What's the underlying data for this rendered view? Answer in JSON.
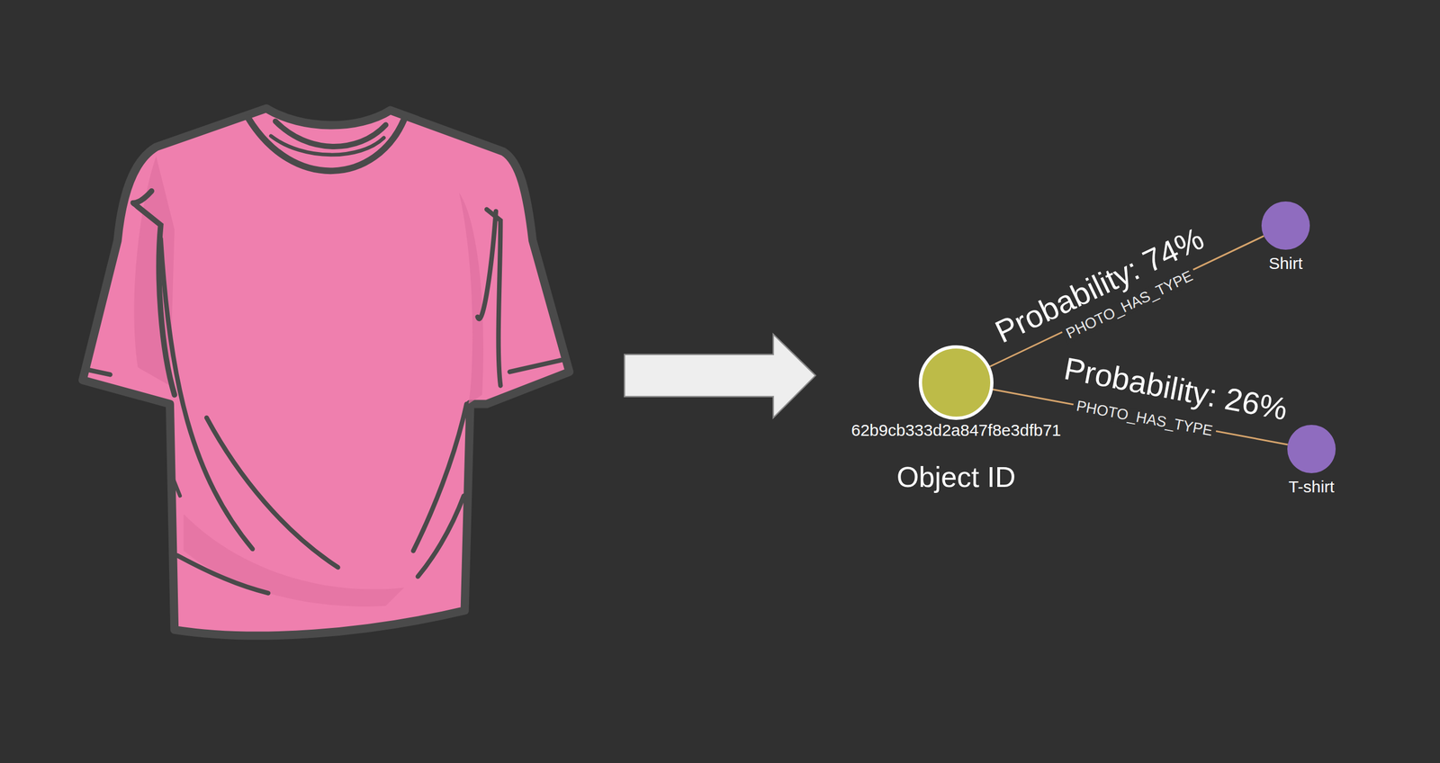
{
  "diagram": {
    "nodes": [
      {
        "text": [
          "62b9cb333d2a847f8e3dfb71",
          "Object ID"
        ]
      },
      {
        "text": [
          "Shirt"
        ]
      },
      {
        "text": [
          "T-shirt"
        ]
      }
    ],
    "edges": [
      {
        "from": 0,
        "to": 1,
        "arrow": "none",
        "label": "PHOTO_HAS_TYPE"
      },
      {
        "from": 0,
        "to": 2,
        "arrow": "none",
        "label": "PHOTO_HAS_TYPE"
      }
    ],
    "labels": [
      "Probability: 74%",
      "Probability: 26%"
    ]
  }
}
